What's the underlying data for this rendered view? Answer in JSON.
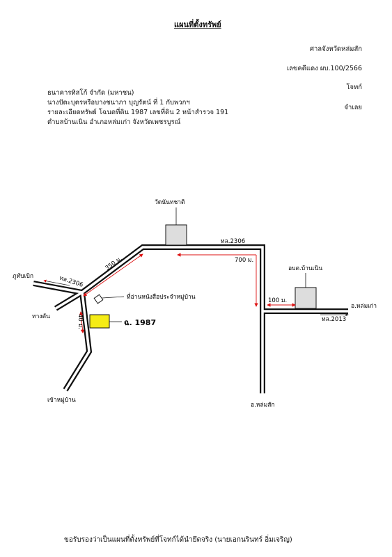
{
  "header": {
    "title": "แผนที่ตั้งทรัพย์",
    "court": "ศาลจังหวัดหล่มสัก",
    "case_no": "เลขคดีแดง ผบ.100/2566",
    "plaintiff_label": "โจทก์",
    "defendant_label": "จำเลย"
  },
  "parties": {
    "bank": "ธนาคารทิสโก้ จำกัด (มหาชน)",
    "defendant": "นางปัตะบุตรหรือบางชนาภา บุญรัตน์ ที่ 1 กับพวกฯ",
    "property": "รายละเอียดทรัพย์ โฉนดที่ดิน 1987 เลขที่ดิน 2 หน้าสำรวจ 191",
    "location": "ตำบลบ้านเนิน อำเภอหล่มเก่า จังหวัดเพชรบูรณ์"
  },
  "map": {
    "temple": "วัดนันทชาติ",
    "road_2306": "ทล.2306",
    "road_2306_small": "ทล.2306",
    "dist_350": "350 ม.",
    "dist_700": "700 ม.",
    "dist_100": "100 ม.",
    "dist_40": "40 ม.",
    "sao": "อบต.บ้านเนิน",
    "to_lomkao": "อ.หล่มเก่า",
    "road_2013": "ทล.2013",
    "to_lomsak": "อ.หล่มสัก",
    "uthumbek": "ภูทับเบิก",
    "dead_end": "ทางตัน",
    "reading_house": "ที่อ่านหนังสือประจำหมู่บ้าน",
    "plot": "ฉ. 1987",
    "to_village": "เข้าหมู่บ้าน"
  },
  "footer": {
    "certification": "ขอรับรองว่าเป็นแผนที่ตั้งทรัพย์ที่โจทก์ได้นำยึดจริง (นายเอกนรินทร์ อิ่มเจริญ)"
  }
}
